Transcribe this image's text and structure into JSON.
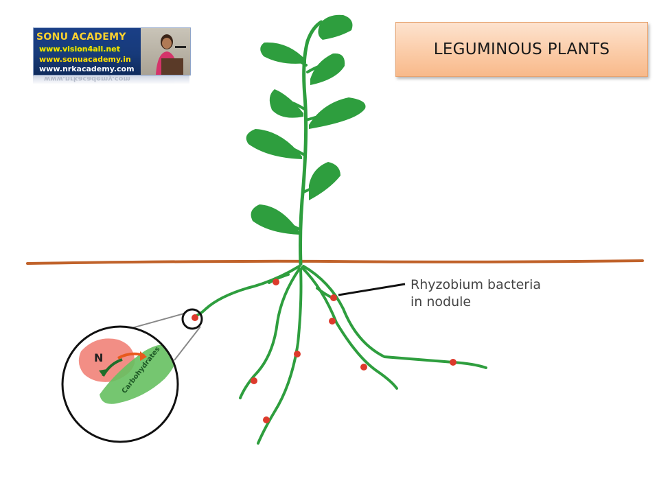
{
  "title": "LEGUMINOUS PLANTS",
  "logo": {
    "line1": "SONU ACADEMY",
    "line2": "www.vision4all.net",
    "line3": "www.sonuacademy.in",
    "line4": "www.nrkacademy.com"
  },
  "diagram": {
    "callout_label_line1": "Rhyzobium bacteria",
    "callout_label_line2": "in nodule",
    "inset_nitrogen_label": "N",
    "inset_carbohydrates_label": "Carbohydrates"
  },
  "colors": {
    "plant_green": "#2e9e3e",
    "soil_line": "#c0622a",
    "nodule_red": "#dd3a2c",
    "title_fill": "#fbcca8"
  }
}
